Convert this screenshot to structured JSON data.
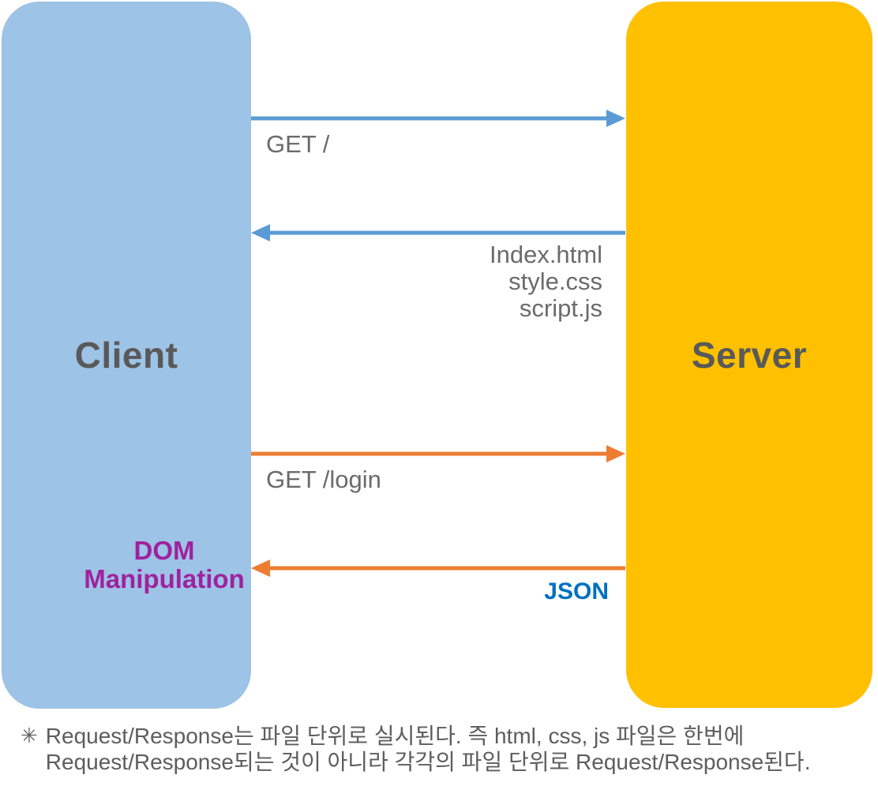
{
  "diagram": {
    "client": {
      "label": "Client",
      "annotation": "DOM\nManipulation"
    },
    "server": {
      "label": "Server"
    },
    "messages": [
      {
        "from": "client",
        "to": "server",
        "label": "GET /",
        "arrow_color": "#5B9BD5",
        "label_color": "#6B6B6B"
      },
      {
        "from": "server",
        "to": "client",
        "label": "Index.html\nstyle.css\nscript.js",
        "arrow_color": "#5B9BD5",
        "label_color": "#6B6B6B"
      },
      {
        "from": "client",
        "to": "server",
        "label": "GET /login",
        "arrow_color": "#ED7D31",
        "label_color": "#6B6B6B"
      },
      {
        "from": "server",
        "to": "client",
        "label": "JSON",
        "arrow_color": "#ED7D31",
        "label_color": "#0070C0"
      }
    ]
  },
  "footnote": {
    "marker": "✳",
    "text": "Request/Response는 파일 단위로 실시된다. 즉 html, css, js 파일은 한번에\nRequest/Response되는 것이 아니라 각각의 파일 단위로 Request/Response된다."
  },
  "colors": {
    "client_fill": "#9DC3E6",
    "server_fill": "#FFC000",
    "arrow_blue": "#5B9BD5",
    "arrow_orange": "#ED7D31",
    "label_gray": "#6B6B6B",
    "title_gray": "#595959",
    "dom_purple": "#A0219E",
    "json_blue": "#0070C0",
    "note_gray": "#5D5D5D",
    "background": "#FFFFFF"
  }
}
